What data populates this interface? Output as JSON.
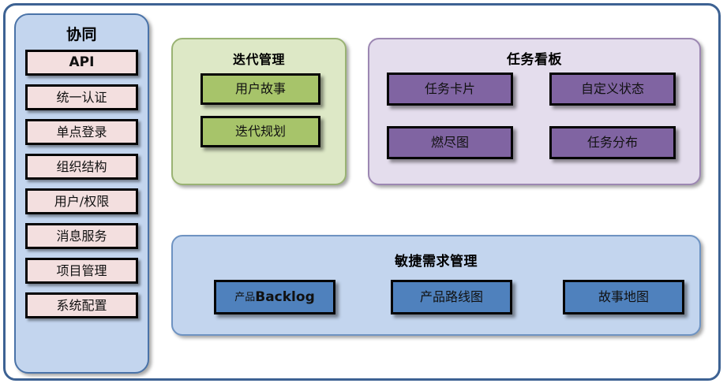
{
  "diagram": {
    "frame": {
      "name": "outer-frame",
      "border_color": "#3d6293"
    },
    "sidebar": {
      "title": "协同",
      "background": "#c3d5ee",
      "border_color": "#4a73a8",
      "item_background": "#f3dfdf",
      "items": [
        {
          "label": "API",
          "latin": true
        },
        {
          "label": "统一认证",
          "latin": false
        },
        {
          "label": "单点登录",
          "latin": false
        },
        {
          "label": "组织结构",
          "latin": false
        },
        {
          "label": "用户/权限",
          "latin": false
        },
        {
          "label": "消息服务",
          "latin": false
        },
        {
          "label": "项目管理",
          "latin": false
        },
        {
          "label": "系统配置",
          "latin": false
        }
      ]
    },
    "iteration": {
      "title": "迭代管理",
      "background": "#dde8c6",
      "border_color": "#9ab374",
      "chip_color": "#a7c46a",
      "items": [
        {
          "label": "用户故事"
        },
        {
          "label": "迭代规划"
        }
      ]
    },
    "kanban": {
      "title": "任务看板",
      "background": "#e4dded",
      "border_color": "#9c87b2",
      "chip_color": "#8064a2",
      "items": [
        {
          "label": "任务卡片"
        },
        {
          "label": "自定义状态"
        },
        {
          "label": "燃尽图"
        },
        {
          "label": "任务分布"
        }
      ]
    },
    "requirements": {
      "title": "敏捷需求管理",
      "background": "#c3d5ee",
      "border_color": "#6e93c2",
      "chip_color": "#4f81bd",
      "items": [
        {
          "label": "产品Backlog",
          "cjk_prefix": "产品",
          "latin_suffix": "Backlog"
        },
        {
          "label": "产品路线图"
        },
        {
          "label": "故事地图"
        }
      ]
    }
  }
}
